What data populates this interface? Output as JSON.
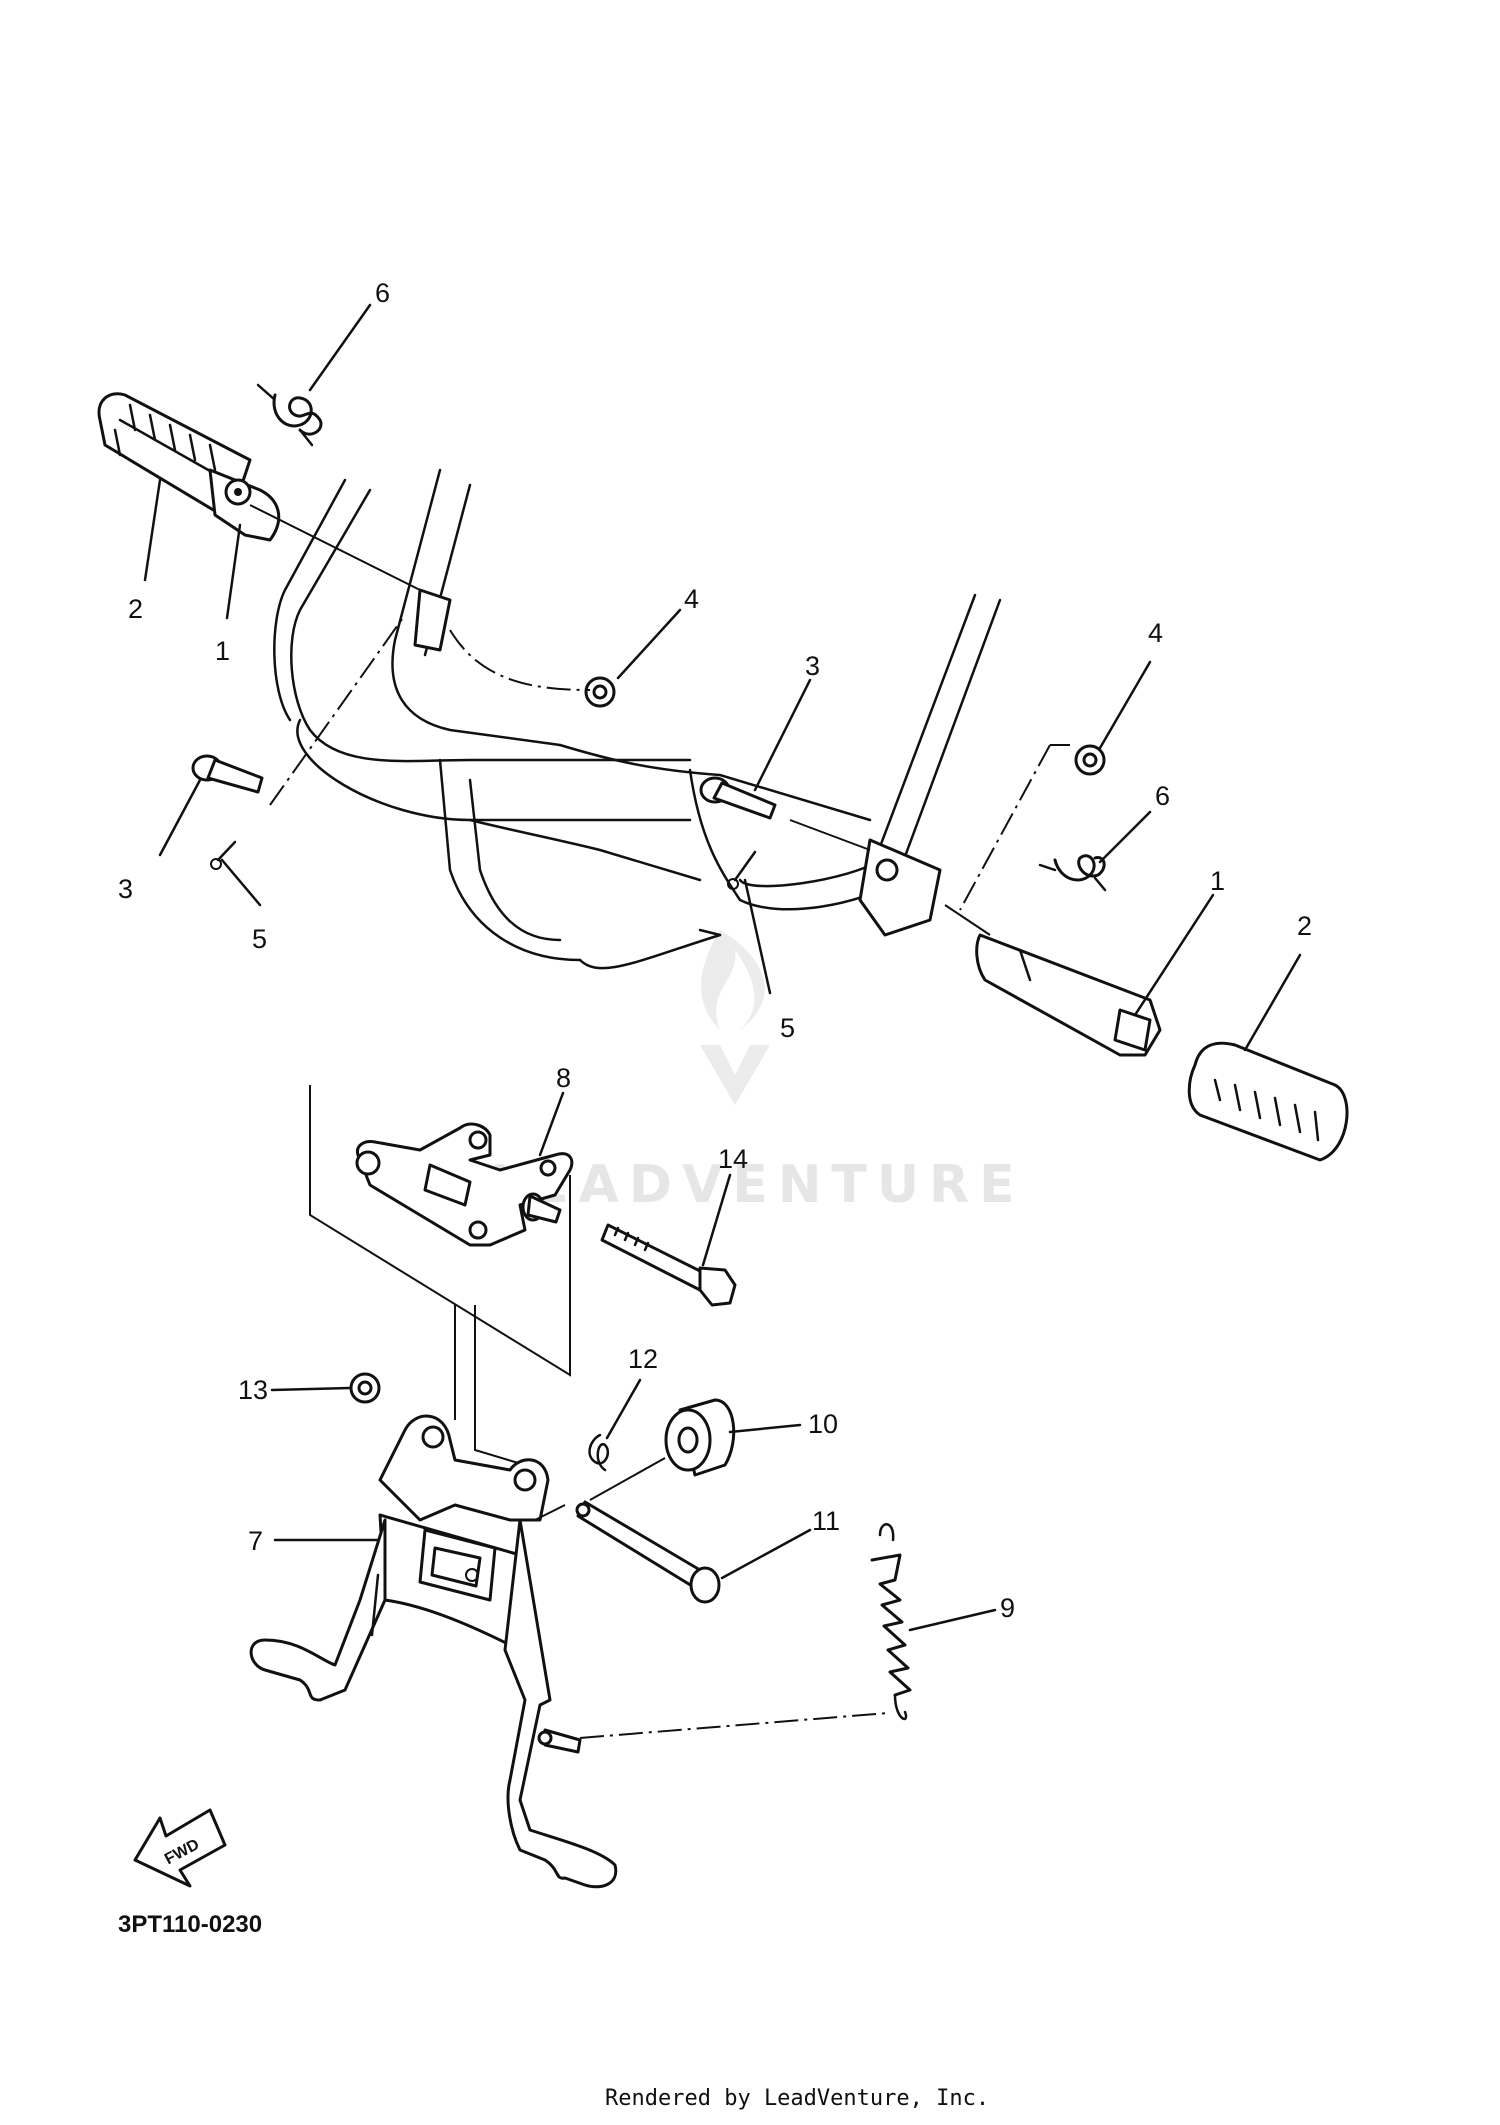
{
  "diagram_code": "3PT110-0230",
  "fwd_label": "FWD",
  "credit": "Rendered by LeadVenture, Inc.",
  "watermark": "LEADVENTURE",
  "callouts": [
    "6",
    "2",
    "1",
    "4",
    "3",
    "5",
    "3",
    "4",
    "6",
    "1",
    "5",
    "2",
    "8",
    "14",
    "12",
    "13",
    "10",
    "7",
    "11",
    "9"
  ]
}
